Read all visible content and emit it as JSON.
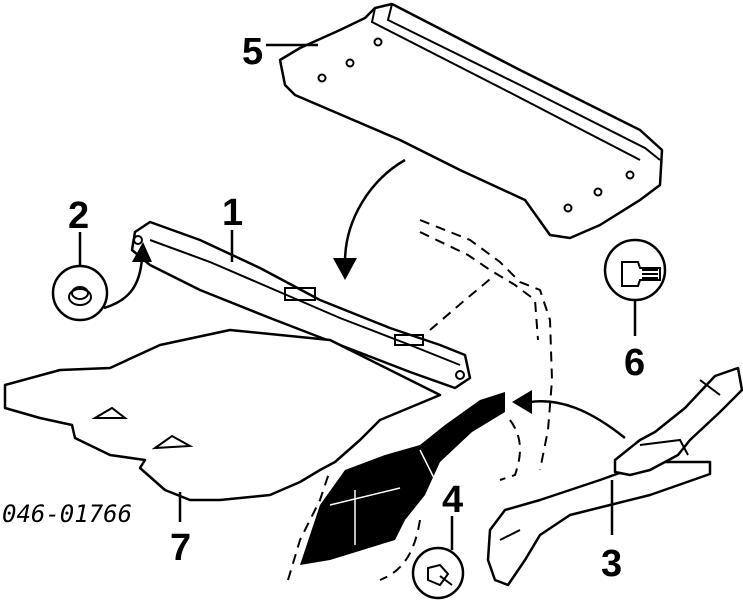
{
  "callouts": {
    "c1": "1",
    "c2": "2",
    "c3": "3",
    "c4": "4",
    "c5": "5",
    "c6": "6",
    "c7": "7"
  },
  "diagram_code": "046-01766"
}
